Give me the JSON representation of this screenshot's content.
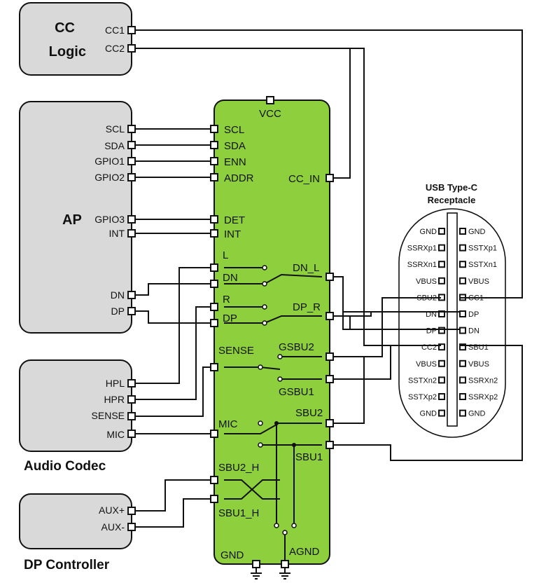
{
  "colors": {
    "switch_fill": "#8dcf3d",
    "block_fill": "#d9d9d9",
    "line": "#111111",
    "background": "#ffffff"
  },
  "cc_logic": {
    "title_line1": "CC",
    "title_line2": "Logic",
    "pins": [
      "CC1",
      "CC2"
    ]
  },
  "ap": {
    "title": "AP",
    "pins": [
      "SCL",
      "SDA",
      "GPIO1",
      "GPIO2",
      "GPIO3",
      "INT",
      "DN",
      "DP"
    ]
  },
  "audio_codec": {
    "title": "Audio Codec",
    "pins": [
      "HPL",
      "HPR",
      "SENSE",
      "MIC"
    ]
  },
  "dp_controller": {
    "title": "DP Controller",
    "pins": [
      "AUX+",
      "AUX-"
    ]
  },
  "switch": {
    "top_pin": "VCC",
    "left_pins": [
      "SCL",
      "SDA",
      "ENN",
      "ADDR",
      "DET",
      "INT",
      "L",
      "DN",
      "R",
      "DP",
      "SENSE",
      "MIC",
      "SBU2_H",
      "SBU1_H"
    ],
    "right_pins": [
      "CC_IN",
      "DN_L",
      "DP_R",
      "GSBU2",
      "GSBU1",
      "SBU2",
      "SBU1"
    ],
    "bottom_labels": [
      "GND",
      "AGND"
    ]
  },
  "usb_receptacle": {
    "title_line1": "USB Type-C",
    "title_line2": "Receptacle",
    "left_pins": [
      "GND",
      "SSRXp1",
      "SSRXn1",
      "VBUS",
      "SBU2",
      "DN",
      "DP",
      "CC2",
      "VBUS",
      "SSTXn2",
      "SSTXp2",
      "GND"
    ],
    "right_pins": [
      "GND",
      "SSTXp1",
      "SSTXn1",
      "VBUS",
      "CC1",
      "DP",
      "DN",
      "SBU1",
      "VBUS",
      "SSRXn2",
      "SSRXp2",
      "GND"
    ]
  }
}
